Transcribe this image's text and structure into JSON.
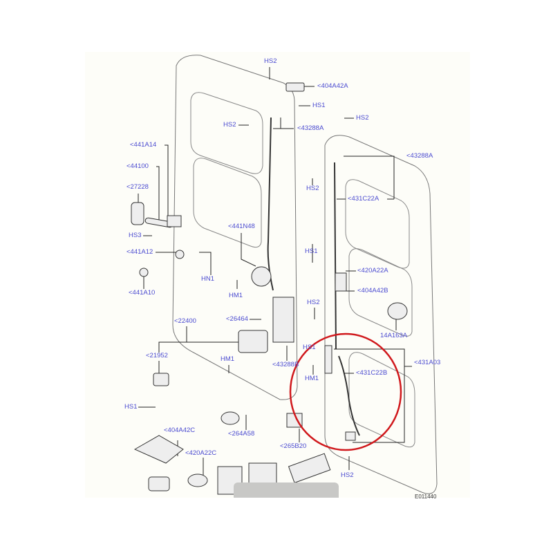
{
  "diagram": {
    "colors": {
      "label": "#4a4ad0",
      "highlight_circle": "#d0181c",
      "line": "#222222"
    },
    "labels": [
      "HS2",
      "<404A42A",
      "HS1",
      "HS2",
      "<43288A",
      "HS2",
      "<441A14",
      "<44100",
      "<27228",
      "<43288A",
      "HS2",
      "<431C22A",
      "HS3",
      "<441N48",
      "<441A12",
      "HS1",
      "<420A22A",
      "HN1",
      "HM1",
      "<441A10",
      "<404A42B",
      "HS2",
      "<26464",
      "<22400",
      "14A163A",
      "HS1",
      "<43288B",
      "<21952",
      "HM1",
      "HM1",
      "<431C22B",
      "<431A03",
      "HS1",
      "<404A42C",
      "<264A58",
      "<265B20",
      "<420A22C",
      "HS2"
    ],
    "reference": "E011440"
  }
}
